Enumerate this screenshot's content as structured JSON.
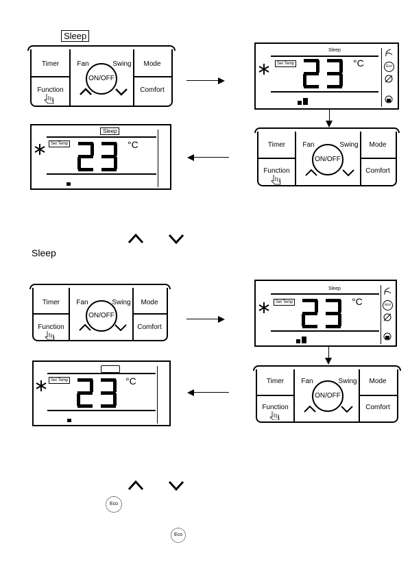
{
  "section1": {
    "sleep_tag": "Sleep",
    "keypad": {
      "timer": "Timer",
      "fan": "Fan",
      "swing": "Swing",
      "mode": "Mode",
      "function": "Function",
      "onoff": "ON/OFF",
      "comfort": "Comfort"
    },
    "lcd_right": {
      "sleep": "Sleep",
      "set_temp": "Set Temp",
      "temp": "23",
      "unit": "°C",
      "eco": "Eco"
    },
    "lcd_left": {
      "sleep": "Sleep",
      "set_temp": "Set Temp",
      "temp": "23",
      "unit": "°C"
    }
  },
  "section2": {
    "sleep_text": "Sleep",
    "keypad": {
      "timer": "Timer",
      "fan": "Fan",
      "swing": "Swing",
      "mode": "Mode",
      "function": "Function",
      "onoff": "ON/OFF",
      "comfort": "Comfort"
    },
    "lcd_right": {
      "sleep": "Sleep",
      "set_temp": "Set Temp",
      "temp": "23",
      "unit": "°C",
      "eco": "Eco"
    },
    "lcd_left": {
      "set_temp": "Set Temp",
      "temp": "23",
      "unit": "°C"
    }
  },
  "section3": {
    "eco1": "Eco",
    "eco2": "Eco"
  }
}
